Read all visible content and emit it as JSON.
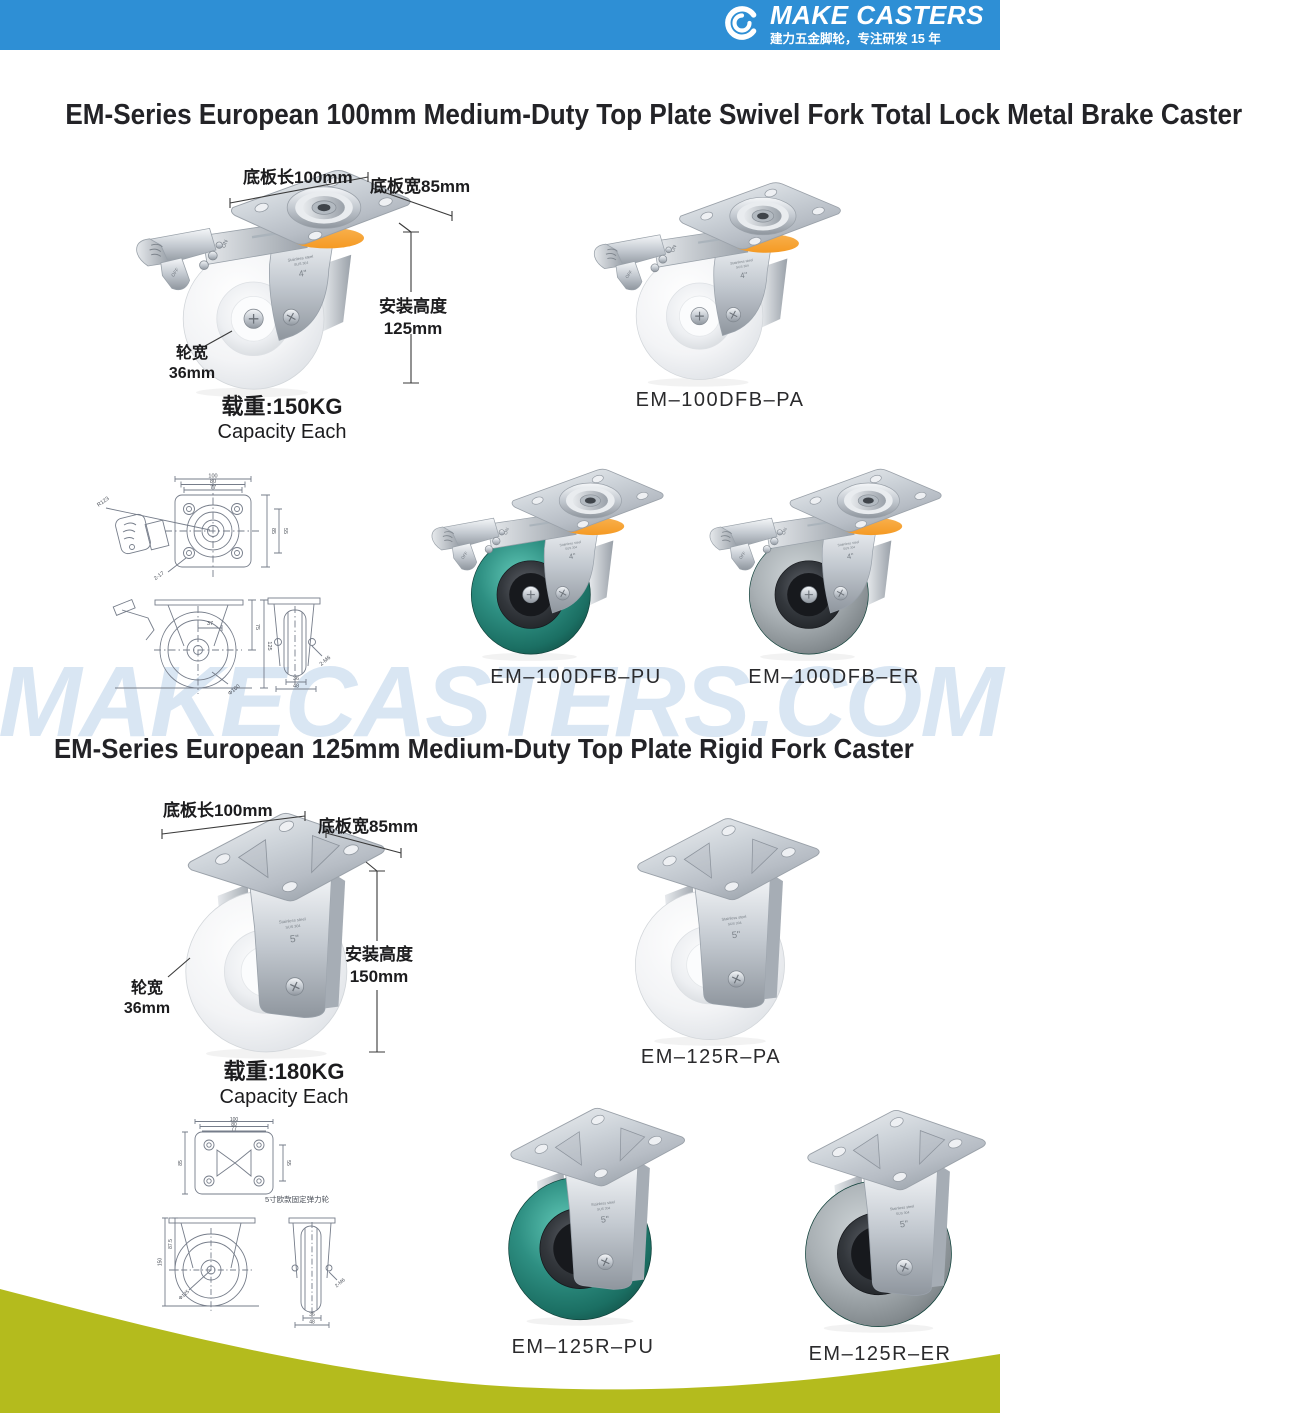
{
  "header": {
    "brand": "MAKE CASTERS",
    "tagline": "建力五金脚轮，专注研发 15 年"
  },
  "watermark": "MAKECASTERS.COM",
  "s1": {
    "title": "EM-Series European 100mm Medium-Duty Top Plate Swivel Fork Total Lock Metal Brake Caster",
    "ann": {
      "plate_length": "底板长100mm",
      "plate_width": "底板宽85mm",
      "mount_label": "安装高度",
      "mount_value": "125mm",
      "wheel_label": "轮宽",
      "wheel_value": "36mm",
      "capacity_cn": "载重:150KG",
      "capacity_en": "Capacity Each"
    },
    "models": {
      "pa": "EM–100DFB–PA",
      "pu": "EM–100DFB–PU",
      "er": "EM–100DFB–ER"
    },
    "fork": {
      "l1": "Stainless steel",
      "l2": "SUS 304",
      "size": "4\""
    },
    "brake": {
      "on": "ON",
      "off": "OFF"
    },
    "drawing": {
      "d100": "100",
      "d80": "80",
      "d77": "77",
      "r123": "R123",
      "holes": "2-17",
      "d85": "85",
      "d55": "55",
      "d37": "37",
      "d75": "75",
      "d125": "125",
      "dia": "Φ100",
      "w36": "36",
      "w48": "48",
      "axle": "2-M6"
    }
  },
  "s2": {
    "title": "EM-Series European 125mm Medium-Duty Top Plate Rigid Fork Caster",
    "ann": {
      "plate_length": "底板长100mm",
      "plate_width": "底板宽85mm",
      "mount_label": "安装高度",
      "mount_value": "150mm",
      "wheel_label": "轮宽",
      "wheel_value": "36mm",
      "capacity_cn": "载重:180KG",
      "capacity_en": "Capacity Each"
    },
    "models": {
      "pa": "EM–125R–PA",
      "pu": "EM–125R–PU",
      "er": "EM–125R–ER"
    },
    "fork": {
      "l1": "Stainless steel",
      "l2": "SUS 304",
      "size": "5\""
    },
    "drawing": {
      "d100": "100",
      "d80": "80",
      "d77": "77",
      "d85": "85",
      "d55": "55",
      "d150": "150",
      "d875": "87.5",
      "dia": "Φ125",
      "w36": "36",
      "w48": "48",
      "axle": "2-M6",
      "caption": "5寸欧款固定弹力轮"
    }
  },
  "colors": {
    "header_blue": "#2E8FD5",
    "title_text": "#232327",
    "watermark": "#D9E6F3",
    "swoosh_green": "#B4BB1D",
    "wheel_teal": "#2E8F82",
    "wheel_gray": "#A9B0B4",
    "wheel_white": "#F7F8FA",
    "hub_dark": "#33373C",
    "orange": "#F59A23",
    "steel": "#C4CAD1",
    "drawing_line": "#767D8A",
    "dim_line": "#3A3A3A"
  }
}
